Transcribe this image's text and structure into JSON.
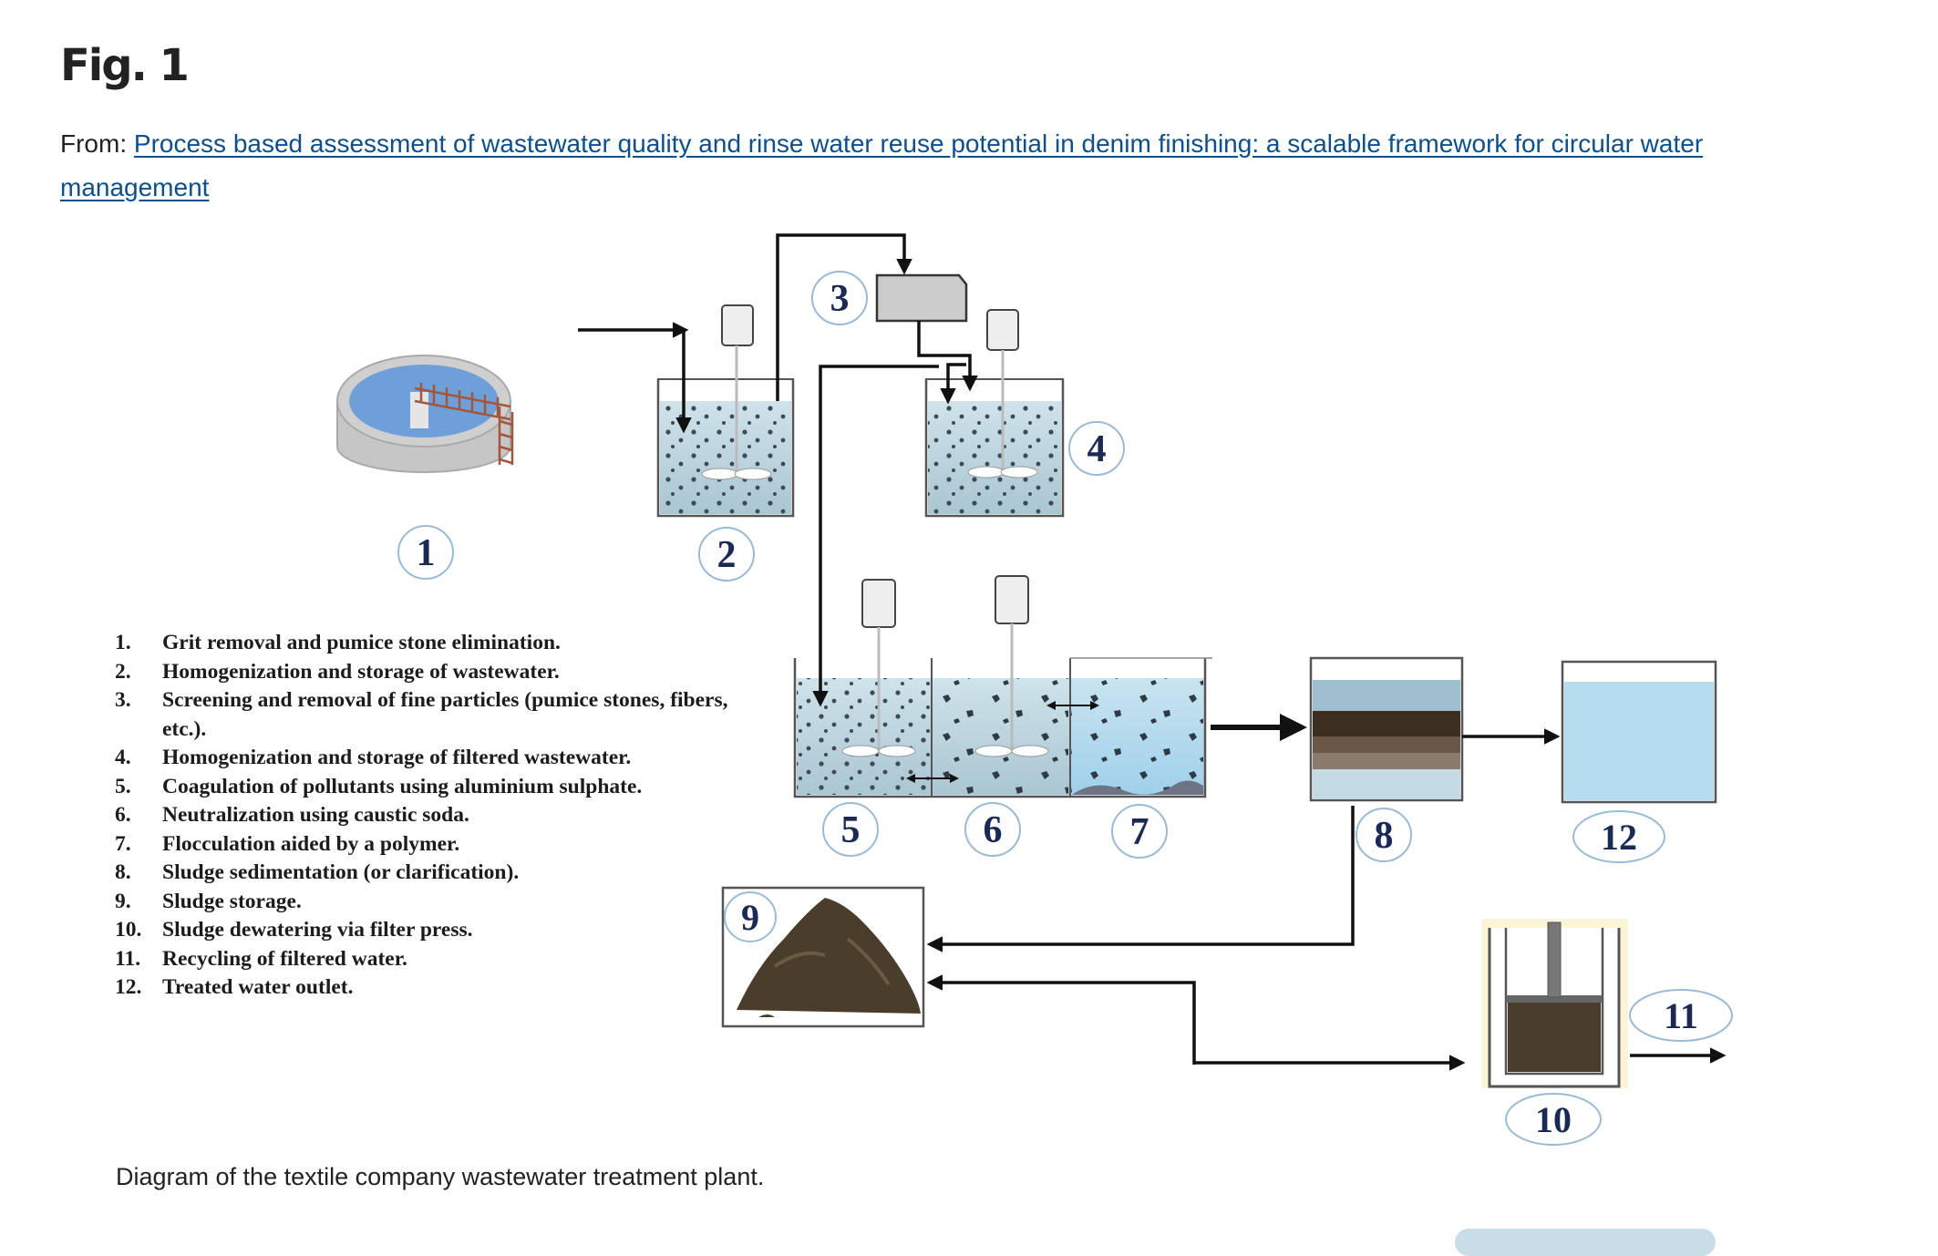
{
  "figure": {
    "label": "Fig. 1",
    "from_prefix": "From:",
    "source_title": "Process based assessment of wastewater quality and rinse water reuse potential in denim finishing: a scalable framework for circular water management",
    "caption": "Diagram of the textile company wastewater treatment plant."
  },
  "diagram": {
    "units": [
      {
        "id": "1",
        "label": "1"
      },
      {
        "id": "2",
        "label": "2"
      },
      {
        "id": "3",
        "label": "3"
      },
      {
        "id": "4",
        "label": "4"
      },
      {
        "id": "5",
        "label": "5"
      },
      {
        "id": "6",
        "label": "6"
      },
      {
        "id": "7",
        "label": "7"
      },
      {
        "id": "8",
        "label": "8"
      },
      {
        "id": "9",
        "label": "9"
      },
      {
        "id": "10",
        "label": "10"
      },
      {
        "id": "11",
        "label": "11"
      },
      {
        "id": "12",
        "label": "12"
      }
    ],
    "legend": [
      {
        "num": "1.",
        "text": "Grit removal and pumice stone elimination."
      },
      {
        "num": "2.",
        "text": "Homogenization and storage of wastewater."
      },
      {
        "num": "3.",
        "text": "Screening and removal of fine particles (pumice stones, fibers, etc.)."
      },
      {
        "num": "4.",
        "text": "Homogenization and storage of filtered wastewater."
      },
      {
        "num": "5.",
        "text": "Coagulation of pollutants using aluminium sulphate."
      },
      {
        "num": "6.",
        "text": "Neutralization using caustic soda."
      },
      {
        "num": "7.",
        "text": "Flocculation aided by a polymer."
      },
      {
        "num": "8.",
        "text": "Sludge sedimentation (or clarification)."
      },
      {
        "num": "9.",
        "text": "Sludge storage."
      },
      {
        "num": "10.",
        "text": "Sludge dewatering via filter press."
      },
      {
        "num": "11.",
        "text": "Recycling of filtered water."
      },
      {
        "num": "12.",
        "text": "Treated water outlet."
      }
    ],
    "colors": {
      "water": "#b8d6e2",
      "clear_water": "#cfe6f3",
      "tank_edge": "#555555",
      "label_circle": "#9bbad3",
      "label_text": "#1b2a55",
      "sludge": "#4a3d2c"
    }
  }
}
